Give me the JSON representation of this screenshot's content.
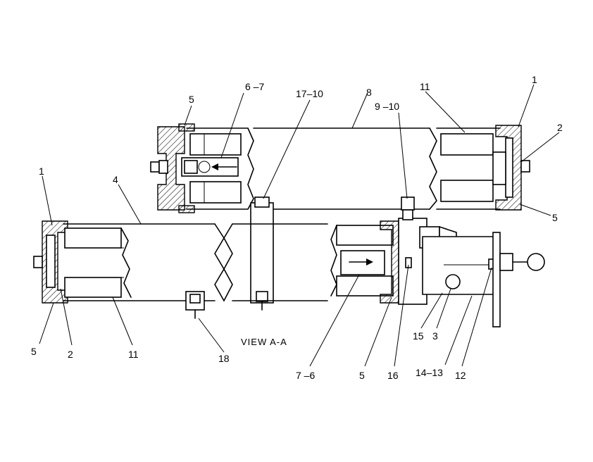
{
  "view_title": "VIEW A-A",
  "callouts": [
    {
      "id": "c-top-5",
      "text": "5"
    },
    {
      "id": "c-top-6-7",
      "text": "6 –7"
    },
    {
      "id": "c-top-17-10",
      "text": "17–10"
    },
    {
      "id": "c-top-8",
      "text": "8"
    },
    {
      "id": "c-top-9-10",
      "text": "9 –10"
    },
    {
      "id": "c-top-11",
      "text": "11"
    },
    {
      "id": "c-top-1",
      "text": "1"
    },
    {
      "id": "c-top-2",
      "text": "2"
    },
    {
      "id": "c-top-5b",
      "text": "5"
    },
    {
      "id": "c-bot-1",
      "text": "1"
    },
    {
      "id": "c-bot-4",
      "text": "4"
    },
    {
      "id": "c-bot-5",
      "text": "5"
    },
    {
      "id": "c-bot-2",
      "text": "2"
    },
    {
      "id": "c-bot-11",
      "text": "11"
    },
    {
      "id": "c-bot-18",
      "text": "18"
    },
    {
      "id": "c-bot-7-6",
      "text": "7 –6"
    },
    {
      "id": "c-bot-5b",
      "text": "5"
    },
    {
      "id": "c-bot-16",
      "text": "16"
    },
    {
      "id": "c-bot-15",
      "text": "15"
    },
    {
      "id": "c-bot-3",
      "text": "3"
    },
    {
      "id": "c-bot-14-13",
      "text": "14–13"
    },
    {
      "id": "c-bot-12",
      "text": "12"
    }
  ]
}
